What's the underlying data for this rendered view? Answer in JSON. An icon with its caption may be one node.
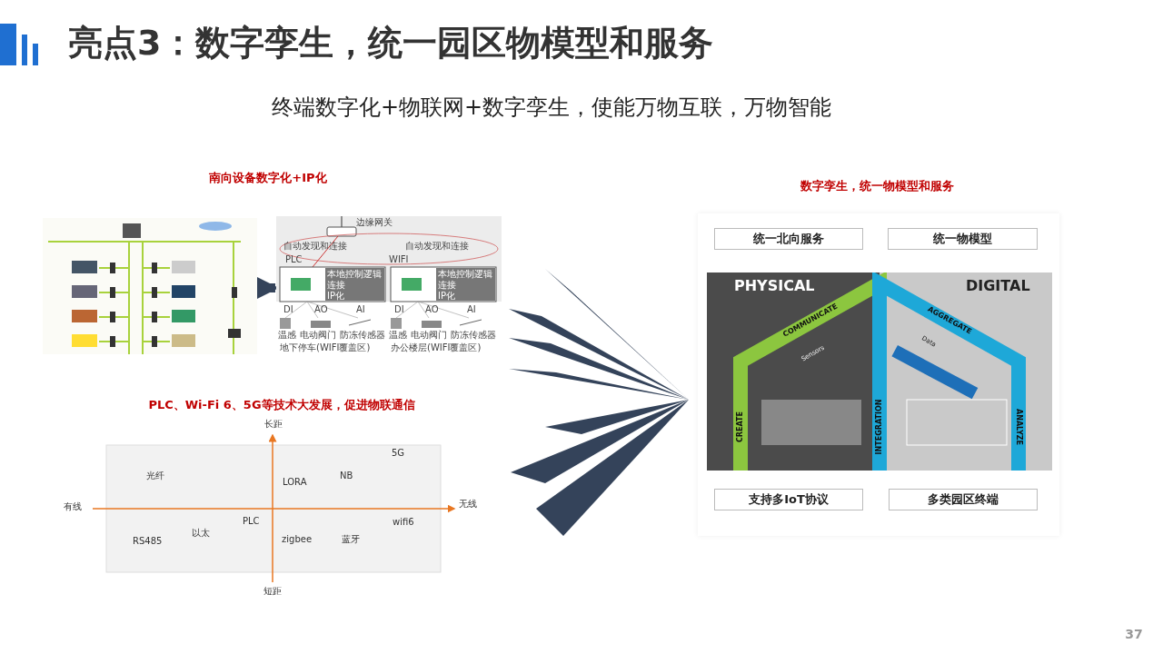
{
  "diagram": {
    "title": "亮点3：数字孪生，统一园区物模型和服务",
    "nodes": [
      {
        "text": [],
        "shape": "picture"
      },
      {
        "text": [],
        "shape": "picture"
      },
      {
        "text": [],
        "shape": "box"
      },
      {
        "text": [
          "统一北向服务"
        ],
        "in": 2
      },
      {
        "text": [
          "统一物模型"
        ],
        "in": 2
      },
      {
        "text": [
          "支持多IoT协议"
        ],
        "in": 2
      },
      {
        "text": [
          "多类园区终端"
        ],
        "in": 2
      },
      {
        "text": [],
        "shape": "picture",
        "in": 2
      }
    ],
    "edges": [
      {
        "from": 0,
        "to": 1,
        "arrow": "to"
      }
    ],
    "labels": [
      "终端数字化+物联网+数字孪生，使能万物互联，万物智能",
      "南向设备数字化+IP化",
      "边缘网关",
      "自动发现和连接",
      "自动发现和连接",
      "PLC",
      "WIFI",
      "本地控制逻辑",
      "连接",
      "IP化",
      "本地控制逻辑",
      "连接",
      "IP化",
      "DI",
      "AO",
      "AI",
      "DI",
      "AO",
      "AI",
      "温感",
      "电动阀门",
      "防冻传感器",
      "温感",
      "电动阀门",
      "防冻传感器",
      "地下停车(WIFI覆盖区)",
      "办公楼层(WIFI覆盖区)",
      "PLC、Wi-Fi 6、5G等技术大发展，促进物联通信",
      "长距",
      "有线",
      "无线",
      "短距",
      "5G",
      "光纤",
      "LORA",
      "NB",
      "PLC",
      "以太",
      "wifi6",
      "RS485",
      "zigbee",
      "蓝牙",
      "数字孪生，统一物模型和服务",
      "PHYSICAL",
      "DIGITAL",
      "COMMUNICATE",
      "AGGREGATE",
      "CREATE",
      "INTEGRATION",
      "ANALYZE",
      "Sensors",
      "Data",
      "37"
    ]
  }
}
